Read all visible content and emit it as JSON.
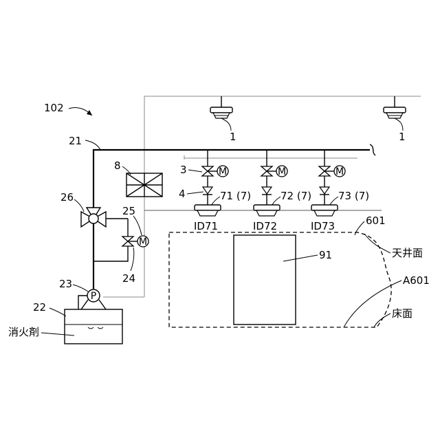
{
  "labels": {
    "system": "102",
    "pipe_main": "21",
    "tank": "22",
    "pump": "23",
    "valve_side": "24",
    "motor_side": "25",
    "valve_main": "26",
    "panel": "8",
    "valve_branch": "3",
    "check_valve": "4",
    "sensor_1": "1",
    "sensor_2": "1",
    "nozzle_1": "71 (7)",
    "nozzle_2": "72 (7)",
    "nozzle_3": "73 (7)",
    "id_1": "ID71",
    "id_2": "ID72",
    "id_3": "ID73",
    "area_601": "601",
    "object_91": "91",
    "ceiling": "天井面",
    "area_a601": "A601",
    "floor": "床面",
    "agent": "消火剤",
    "motor_symbol": "M",
    "pump_symbol": "P"
  }
}
